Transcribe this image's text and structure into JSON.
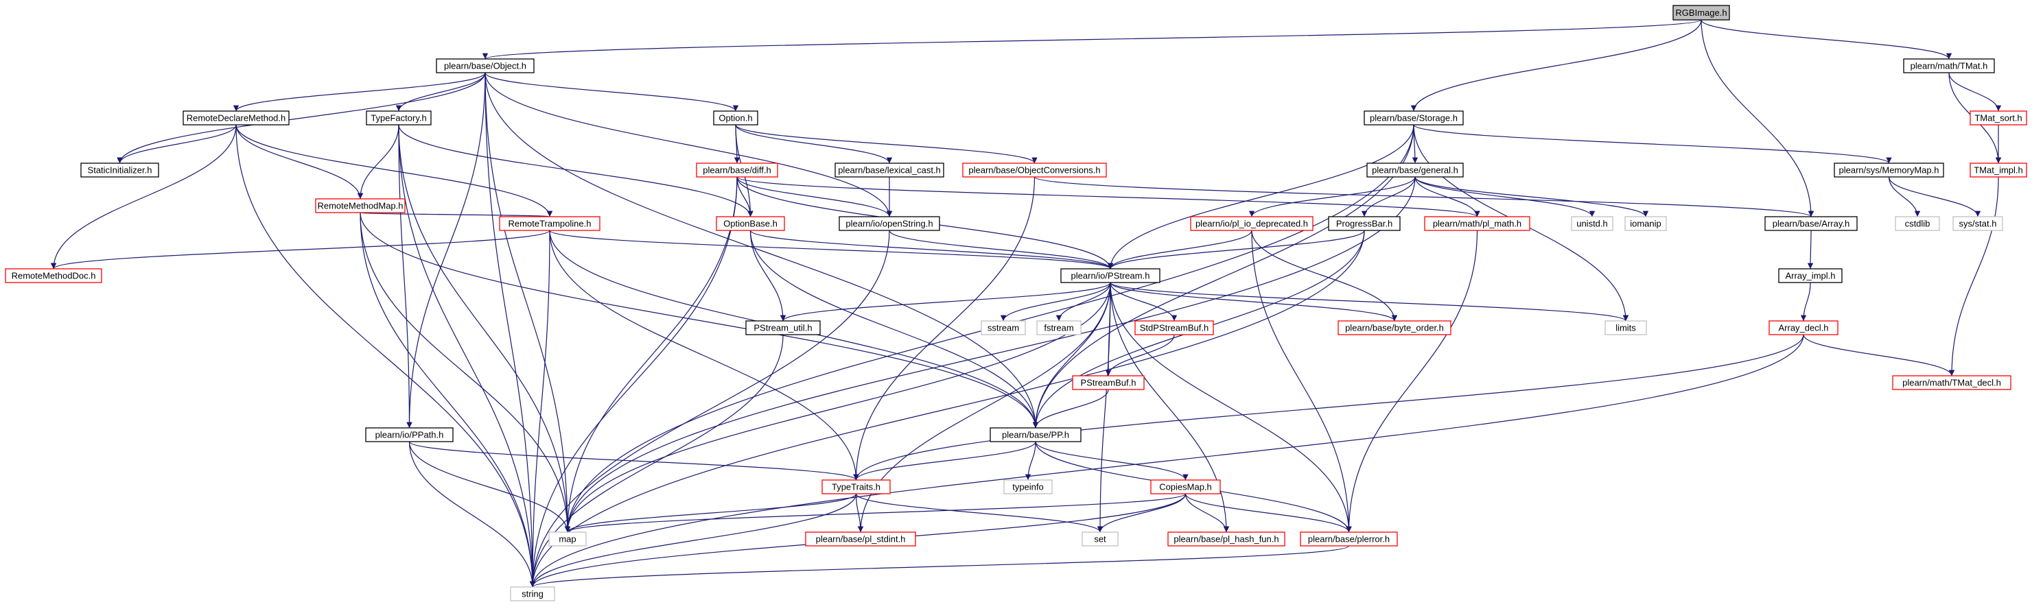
{
  "colors": {
    "edge": "#191970",
    "border_black": "#000000",
    "border_red": "#ff0000",
    "border_gray": "#bfbfbf",
    "root_fill": "#bfbfbf",
    "text": "#000000"
  },
  "nodes": [
    {
      "id": "rgbimage",
      "label": "RGBImage.h",
      "kind": "root"
    },
    {
      "id": "object",
      "label": "plearn/base/Object.h",
      "kind": "normal"
    },
    {
      "id": "tmat",
      "label": "plearn/math/TMat.h",
      "kind": "normal"
    },
    {
      "id": "storage",
      "label": "plearn/base/Storage.h",
      "kind": "normal"
    },
    {
      "id": "tmat_sort",
      "label": "TMat_sort.h",
      "kind": "red"
    },
    {
      "id": "tmat_impl",
      "label": "TMat_impl.h",
      "kind": "red"
    },
    {
      "id": "remotedeclare",
      "label": "RemoteDeclareMethod.h",
      "kind": "normal"
    },
    {
      "id": "typefactory",
      "label": "TypeFactory.h",
      "kind": "normal"
    },
    {
      "id": "option",
      "label": "Option.h",
      "kind": "normal"
    },
    {
      "id": "staticinit",
      "label": "StaticInitializer.h",
      "kind": "normal"
    },
    {
      "id": "remotemethodmap",
      "label": "RemoteMethodMap.h",
      "kind": "red"
    },
    {
      "id": "diff",
      "label": "plearn/base/diff.h",
      "kind": "red"
    },
    {
      "id": "lexical",
      "label": "plearn/base/lexical_cast.h",
      "kind": "normal"
    },
    {
      "id": "objconv",
      "label": "plearn/base/ObjectConversions.h",
      "kind": "red"
    },
    {
      "id": "general",
      "label": "plearn/base/general.h",
      "kind": "normal"
    },
    {
      "id": "memorymap",
      "label": "plearn/sys/MemoryMap.h",
      "kind": "normal"
    },
    {
      "id": "remotetramp",
      "label": "RemoteTrampoline.h",
      "kind": "red"
    },
    {
      "id": "optionbase",
      "label": "OptionBase.h",
      "kind": "red"
    },
    {
      "id": "openstring",
      "label": "plearn/io/openString.h",
      "kind": "normal"
    },
    {
      "id": "pl_io_dep",
      "label": "plearn/io/pl_io_deprecated.h",
      "kind": "red"
    },
    {
      "id": "progressbar",
      "label": "ProgressBar.h",
      "kind": "normal"
    },
    {
      "id": "pl_math",
      "label": "plearn/math/pl_math.h",
      "kind": "red"
    },
    {
      "id": "unistd",
      "label": "unistd.h",
      "kind": "gray"
    },
    {
      "id": "iomanip",
      "label": "iomanip",
      "kind": "gray"
    },
    {
      "id": "array",
      "label": "plearn/base/Array.h",
      "kind": "normal"
    },
    {
      "id": "cstdlib",
      "label": "cstdlib",
      "kind": "gray"
    },
    {
      "id": "sysstat",
      "label": "sys/stat.h",
      "kind": "gray"
    },
    {
      "id": "remotemethoddoc",
      "label": "RemoteMethodDoc.h",
      "kind": "red"
    },
    {
      "id": "pstream",
      "label": "plearn/io/PStream.h",
      "kind": "normal"
    },
    {
      "id": "array_impl",
      "label": "Array_impl.h",
      "kind": "normal"
    },
    {
      "id": "pstream_util",
      "label": "PStream_util.h",
      "kind": "normal"
    },
    {
      "id": "sstream",
      "label": "sstream",
      "kind": "gray"
    },
    {
      "id": "fstream",
      "label": "fstream",
      "kind": "gray"
    },
    {
      "id": "stdpstreambuf",
      "label": "StdPStreamBuf.h",
      "kind": "red"
    },
    {
      "id": "byte_order",
      "label": "plearn/base/byte_order.h",
      "kind": "red"
    },
    {
      "id": "limits",
      "label": "limits",
      "kind": "gray"
    },
    {
      "id": "array_decl",
      "label": "Array_decl.h",
      "kind": "red"
    },
    {
      "id": "pstreambuf",
      "label": "PStreamBuf.h",
      "kind": "red"
    },
    {
      "id": "tmat_decl",
      "label": "plearn/math/TMat_decl.h",
      "kind": "red"
    },
    {
      "id": "ppath",
      "label": "plearn/io/PPath.h",
      "kind": "normal"
    },
    {
      "id": "pp",
      "label": "plearn/base/PP.h",
      "kind": "normal"
    },
    {
      "id": "typetraits",
      "label": "TypeTraits.h",
      "kind": "red"
    },
    {
      "id": "typeinfo",
      "label": "typeinfo",
      "kind": "gray"
    },
    {
      "id": "copiesmap",
      "label": "CopiesMap.h",
      "kind": "red"
    },
    {
      "id": "map",
      "label": "map",
      "kind": "gray"
    },
    {
      "id": "pl_stdint",
      "label": "plearn/base/pl_stdint.h",
      "kind": "red"
    },
    {
      "id": "set",
      "label": "set",
      "kind": "gray"
    },
    {
      "id": "pl_hash_fun",
      "label": "plearn/base/pl_hash_fun.h",
      "kind": "red"
    },
    {
      "id": "plerror",
      "label": "plearn/base/plerror.h",
      "kind": "red"
    },
    {
      "id": "string",
      "label": "string",
      "kind": "gray"
    }
  ],
  "edges": [
    [
      "rgbimage",
      "object"
    ],
    [
      "rgbimage",
      "tmat"
    ],
    [
      "rgbimage",
      "storage"
    ],
    [
      "rgbimage",
      "array"
    ],
    [
      "tmat",
      "tmat_sort"
    ],
    [
      "tmat",
      "tmat_impl"
    ],
    [
      "tmat_sort",
      "tmat_impl"
    ],
    [
      "tmat_impl",
      "tmat_decl"
    ],
    [
      "object",
      "remotedeclare"
    ],
    [
      "object",
      "typefactory"
    ],
    [
      "object",
      "option"
    ],
    [
      "object",
      "staticinit"
    ],
    [
      "object",
      "openstring"
    ],
    [
      "object",
      "pp"
    ],
    [
      "object",
      "ppath"
    ],
    [
      "object",
      "map"
    ],
    [
      "object",
      "string"
    ],
    [
      "remotedeclare",
      "staticinit"
    ],
    [
      "remotedeclare",
      "remotemethodmap"
    ],
    [
      "remotedeclare",
      "remotetramp"
    ],
    [
      "remotedeclare",
      "remotemethoddoc"
    ],
    [
      "remotedeclare",
      "string"
    ],
    [
      "typefactory",
      "remotemethodmap"
    ],
    [
      "typefactory",
      "optionbase"
    ],
    [
      "typefactory",
      "ppath"
    ],
    [
      "typefactory",
      "map"
    ],
    [
      "typefactory",
      "string"
    ],
    [
      "option",
      "diff"
    ],
    [
      "option",
      "lexical"
    ],
    [
      "option",
      "objconv"
    ],
    [
      "option",
      "optionbase"
    ],
    [
      "remotemethodmap",
      "remotetramp"
    ],
    [
      "remotemethodmap",
      "pp"
    ],
    [
      "remotemethodmap",
      "map"
    ],
    [
      "remotemethodmap",
      "string"
    ],
    [
      "diff",
      "optionbase"
    ],
    [
      "diff",
      "openstring"
    ],
    [
      "diff",
      "pstream"
    ],
    [
      "diff",
      "pl_math"
    ],
    [
      "diff",
      "map"
    ],
    [
      "diff",
      "string"
    ],
    [
      "lexical",
      "openstring"
    ],
    [
      "objconv",
      "typetraits"
    ],
    [
      "objconv",
      "array"
    ],
    [
      "remotetramp",
      "remotemethoddoc"
    ],
    [
      "remotetramp",
      "pstream"
    ],
    [
      "remotetramp",
      "pp"
    ],
    [
      "remotetramp",
      "typetraits"
    ],
    [
      "remotetramp",
      "string"
    ],
    [
      "optionbase",
      "pstream"
    ],
    [
      "optionbase",
      "pstream_util"
    ],
    [
      "optionbase",
      "pp"
    ],
    [
      "openstring",
      "pstream"
    ],
    [
      "openstring",
      "string"
    ],
    [
      "storage",
      "pstream"
    ],
    [
      "storage",
      "general"
    ],
    [
      "storage",
      "memorymap"
    ],
    [
      "storage",
      "pp"
    ],
    [
      "storage",
      "limits"
    ],
    [
      "storage",
      "map"
    ],
    [
      "general",
      "pl_io_dep"
    ],
    [
      "general",
      "progressbar"
    ],
    [
      "general",
      "pl_math"
    ],
    [
      "general",
      "unistd"
    ],
    [
      "general",
      "iomanip"
    ],
    [
      "general",
      "map"
    ],
    [
      "memorymap",
      "cstdlib"
    ],
    [
      "memorymap",
      "sysstat"
    ],
    [
      "pl_io_dep",
      "pstream"
    ],
    [
      "pl_io_dep",
      "byte_order"
    ],
    [
      "pl_io_dep",
      "plerror"
    ],
    [
      "progressbar",
      "pstream"
    ],
    [
      "progressbar",
      "pp"
    ],
    [
      "progressbar",
      "string"
    ],
    [
      "pl_math",
      "plerror"
    ],
    [
      "array",
      "array_impl"
    ],
    [
      "array_impl",
      "array_decl"
    ],
    [
      "array_decl",
      "tmat_decl"
    ],
    [
      "array_decl",
      "typetraits"
    ],
    [
      "array_decl",
      "string"
    ],
    [
      "pstream",
      "pstream_util"
    ],
    [
      "pstream",
      "sstream"
    ],
    [
      "pstream",
      "fstream"
    ],
    [
      "pstream",
      "stdpstreambuf"
    ],
    [
      "pstream",
      "pstreambuf"
    ],
    [
      "pstream",
      "byte_order"
    ],
    [
      "pstream",
      "limits"
    ],
    [
      "pstream",
      "pp"
    ],
    [
      "pstream",
      "pl_stdint"
    ],
    [
      "pstream",
      "set"
    ],
    [
      "pstream",
      "pl_hash_fun"
    ],
    [
      "pstream",
      "plerror"
    ],
    [
      "pstream",
      "map"
    ],
    [
      "stdpstreambuf",
      "pstreambuf"
    ],
    [
      "pstreambuf",
      "pp"
    ],
    [
      "pstream_util",
      "string"
    ],
    [
      "ppath",
      "typetraits"
    ],
    [
      "ppath",
      "map"
    ],
    [
      "ppath",
      "string"
    ],
    [
      "pp",
      "typetraits"
    ],
    [
      "pp",
      "typeinfo"
    ],
    [
      "pp",
      "copiesmap"
    ],
    [
      "pp",
      "plerror"
    ],
    [
      "typetraits",
      "pl_stdint"
    ],
    [
      "typetraits",
      "map"
    ],
    [
      "typetraits",
      "set"
    ],
    [
      "typetraits",
      "string"
    ],
    [
      "copiesmap",
      "map"
    ],
    [
      "copiesmap",
      "set"
    ],
    [
      "copiesmap",
      "pl_hash_fun"
    ],
    [
      "copiesmap",
      "plerror"
    ],
    [
      "copiesmap",
      "string"
    ],
    [
      "plerror",
      "string"
    ]
  ]
}
